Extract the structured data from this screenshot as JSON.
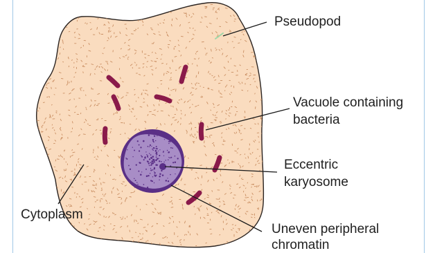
{
  "diagram": {
    "labels": {
      "pseudopod": "Pseudopod",
      "vacuole_line1": "Vacuole containing",
      "vacuole_line2": "bacteria",
      "karyosome_line1": "Eccentric",
      "karyosome_line2": "karyosome",
      "cytoplasm": "Cytoplasm",
      "chromatin_line1": "Uneven peripheral",
      "chromatin_line2": "chromatin"
    },
    "colors": {
      "cytoplasm_fill": "#fadcbf",
      "cytoplasm_outline": "#2a2320",
      "stipple": "#c98e62",
      "nucleus_ring": "#5a2f86",
      "nucleus_inner": "#a88dc6",
      "bacteria": "#8a1a4a",
      "leader_line": "#1a1a1a",
      "frame_line": "#9fc7e6"
    }
  }
}
